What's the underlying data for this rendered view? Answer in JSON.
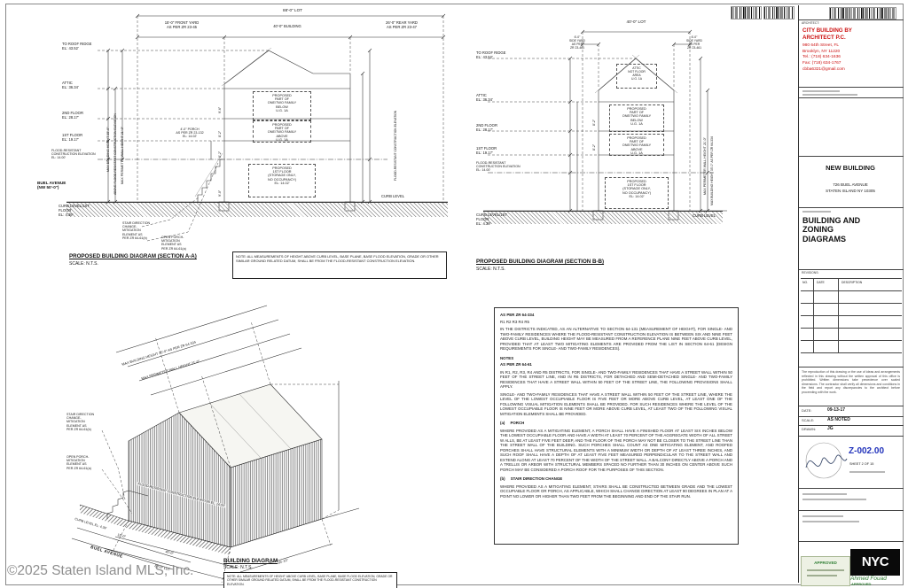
{
  "watermark": "©2025 Staten Island MLS, Inc.",
  "colors": {
    "accent_red": "#cc1111",
    "accent_blue": "#2233bb",
    "accent_green": "#2e7d32",
    "line": "#2a2a2a"
  },
  "aa": {
    "title": "PROPOSED BUILDING DIAGRAM (SECTION A-A)",
    "scale": "SCALE: N.T.S.",
    "lot_dim": "88'-0\" LOT",
    "front_yard": "15'-0\" FRONT YARD\nAS PER ZR 23-45",
    "building_dim": "40'-0\" BUILDING",
    "rear_yard": "26'-0\" REAR YARD\nAS PER ZR 23-47",
    "levels": [
      "TO ROOF RIDGE\nEL: 43.52'",
      "ATTIC\nEL: 36.34'",
      "2ND FLOOR\nEL: 28.17'",
      "1ST FLOOR\nEL: 19.17'",
      "FLOOD-RESISTANT\nCONSTRUCTION ELEVATION\nEL: 14.00'",
      "CURB LEVEL/1ST FLOOR\nEL: 4.39'"
    ],
    "street": "BUEL AVENUE\n(NW 50'-0\")",
    "box_below": "PROPOSED\nPART OF\nONE/TWO FAMILY\nBELOW\nU.G. 1A",
    "box_above": "PROPOSED\nPART OF\nONE/TWO FAMILY\nABOVE\nU.G. 1A",
    "box_storage": "PROPOSED\n1ST FLOOR\n(STORAGE ONLY,\nNO OCCUPANCY)\nEL: 14.02'",
    "rot_max_height": "MAX BUILDING HEIGHT 35'-0\"",
    "rot_above_frce": "ABOVE FLOOD-RESISTANT CONSTRUCTION ELEVATION",
    "rot_wall_height": "MAX PERIMETER WALL HEIGHT 21'-0\"",
    "dim_a": "9'-6\"",
    "dim_b": "8'-2\"",
    "dim_c": "8'-2\"",
    "dim_d": "9'-0\"",
    "porch_label": "4'-0\" PORCH\nAS PER ZR 23-132\nEL: 14.02'",
    "stair_note": "STAIR DIRECTION\nCHANGE-\nMITIGATION\nELEMENT AS\nPER ZR 64-61(b)",
    "open_porch_note": "OPEN PORCH-\nMITIGATION\nELEMENT AS\nPER ZR 64-61(a)",
    "curb_label_right": "CURB LEVEL",
    "frce_right": "FLOOD-RESISTANT CONSTRUCTION ELEVATION",
    "note": "NOTE: ALL MEASUREMENTS OF HEIGHT ABOVE CURB LEVEL, BASE PLANE, BASE FLOOD ELEVATION, GRADE OR OTHER SIMILAR GROUND RELATED DATUM, SHALL BE FROM THE FLOOD-RESISTANT CONSTRUCTION ELEVATION."
  },
  "bb": {
    "title": "PROPOSED BUILDING DIAGRAM (SECTION B-B)",
    "scale": "SCALE: N.T.S.",
    "lot_dim": "40'-0\" LOT",
    "side_left": "6'-0\"\nSIDE YARD\nAS PER\nZR 23-461",
    "side_right": "6'-0\"\nSIDE YARD\nAS PER\nZR 23-461",
    "attic_note": "ATTIC\nNOT FLOOR\nAREA\nU.G. 1A",
    "levels": [
      "TO ROOF RIDGE\nEL: 43.52'",
      "ATTIC\nEL: 36.34'",
      "2ND FLOOR\nEL: 28.17'",
      "1ST FLOOR\nEL: 19.17'",
      "FLOOD-RESISTANT\nCONSTRUCTION ELEVATION\nEL: 14.00'",
      "CURB LEVEL/1ST FLOOR\nEL: 4.39'"
    ],
    "box_below": "PROPOSED\nPART OF\nONE/TWO FAMILY\nBELOW\nU.G. 1A",
    "box_above": "PROPOSED\nPART OF\nONE/TWO FAMILY\nABOVE\nU.G. 1A",
    "box_storage": "PROPOSED\n1ST FLOOR\n(STORAGE ONLY,\nNO OCCUPANCY)\nEL: 14.02'",
    "rot_max_height": "MAX BUILDING HEIGHT 35'-0\" AS PER ZR 64-334",
    "rot_wall_height": "MAX PERIMETER WALL HEIGHT 21'-0\"",
    "dim_a": "8'-2\"",
    "dim_b": "8'-2\"",
    "curb_label_right": "CURB LEVEL"
  },
  "d3": {
    "title": "BUILDING DIAGRAM",
    "scale": "SCALE: N.T.S.",
    "rot_max_height": "MAX BUILDING HEIGHT 35'-0\" AS PER ZR 64-334",
    "rot_wall_height": "MAX PERIMETER WALL HEIGHT 21'-0\"",
    "rot_frce": "FLOOD-RESISTANT CONSTRUCTION ELEVATION EL: 14.00'",
    "dim_front": "40'-0\"",
    "dim_side": "35'-10\"",
    "dim_lot": "88'-0\" LOT",
    "dim_porch": "15'-0\"",
    "street": "BUEL AVENUE",
    "curb": "CURB LEVEL EL: 4.39'",
    "stair_note": "STAIR DIRECTION\nCHANGE-\nMITIGATION\nELEMENT AS\nPER ZR 64-61(b)",
    "open_porch_note": "OPEN PORCH-\nMITIGATION\nELEMENT AS\nPER ZR 64-61(a)",
    "note": "NOTE: ALL MEASUREMENTS OF HEIGHT ABOVE CURB LEVEL, BASE PLANE, BASE FLOOD ELEVATION, GRADE OR OTHER SIMILAR GROUND RELATED DATUM, SHALL BE FROM THE FLOOD-RESISTANT CONSTRUCTION ELEVATION."
  },
  "notes": {
    "h1": "AS PER ZR 64-334",
    "districts": "R1 R2 R3 R4 R5",
    "p1": "IN THE DISTRICTS INDICATED, AS AN ALTERNATIVE TO SECTION 64-131 (MEASUREMENT OF HEIGHT), FOR SINGLE- AND TWO-FAMILY RESIDENCES WHERE THE FLOOD-RESISTANT CONSTRUCTION ELEVATION IS BETWEEN SIX AND NINE FEET ABOVE CURB LEVEL, BUILDING HEIGHT MAY BE MEASURED FROM A REFERENCE PLANE NINE FEET ABOVE CURB LEVEL, PROVIDED THAT AT LEAST TWO MITIGATING ELEMENTS ARE PROVIDED FROM THE LIST IN SECTION 64-61 (DESIGN REQUIREMENTS FOR SINGLE- AND TWO-FAMILY RESIDENCES).",
    "h2": "NOTES",
    "h3": "AS PER ZR 64-61",
    "p2": "IN R1, R2, R3, R4 AND R5 DISTRICTS, FOR SINGLE- AND TWO-FAMILY RESIDENCES THAT HAVE A STREET WALL WITHIN 50 FEET OF THE STREET LINE, AND IN R6 DISTRICTS, FOR DETACHED AND SEMI-DETACHED SINGLE- AND TWO-FAMILY RESIDENCES THAT HAVE A STREET WALL WITHIN 50 FEET OF THE STREET LINE, THE FOLLOWING PROVISIONS SHALL APPLY.",
    "p3": "SINGLE- AND TWO-FAMILY RESIDENCES THAT HAVE A STREET WALL WITHIN 50 FEET OF THE STREET LINE, WHERE THE LEVEL OF THE LOWEST OCCUPIABLE FLOOR IS FIVE FEET OR MORE ABOVE CURB LEVEL, AT LEAST ONE OF THE FOLLOWING VISUAL MITIGATION ELEMENTS SHALL BE PROVIDED. FOR SUCH RESIDENCES WHERE THE LEVEL OF THE LOWEST OCCUPIABLE FLOOR IS NINE FEET OR MORE ABOVE CURB LEVEL, AT LEAST TWO OF THE FOLLOWING VISUAL MITIGATION ELEMENTS SHALL BE PROVIDED.",
    "ha": "(a)     PORCH",
    "p4": "WHERE PROVIDED AS A MITIGATING ELEMENT, A PORCH SHALL HAVE A FINISHED FLOOR AT LEAST SIX INCHES BELOW THE LOWEST OCCUPIABLE FLOOR AND HAVE A WIDTH AT LEAST 70 PERCENT OF THE AGGREGATE WIDTH OF ALL STREET W ALLS, BE AT LEAST FIVE FEET DEEP, AND THE FLOOR OF THE PORCH MAY NOT BE CLOSER TO THE STREET LINE THAN THE STREET WALL OF THE BUILDING. SUCH PORCHES SHALL COUNT AS ONE MITIGATING ELEMENT, AND ROOFED PORCHES SHALL HAVE STRUCTURAL ELEMENTS WITH A MINIMUM WIDTH OR DEPTH OF AT LEAST THREE INCHES, AND SUCH ROOF SHALL HAVE A DEPTH OF AT LEAST FIVE FEET MEASURED PERPENDICULAR TO THE STREET WALL AND EXTEND ALONG AT LEAST 70 PERCENT OF THE WIDTH OF THE STREET WALL. A BALCONY DIRECTLY ABOVE A PORCH AND A TRELLIS OR ARBOR WITH STRUCTURAL MEMBERS SPACED NO FURTHER THAN 30 INCHES ON CENTER ABOVE SUCH PORCH MAY BE CONSIDERED A PORCH ROOF FOR THE PURPOSES OF THIS SECTION.",
    "hb": "(b)     STAIR DIRECTION CHANGE",
    "p5": "WHERE PROVIDED AS A MITIGATING ELEMENT, STAIRS SHALL BE CONSTRUCTED BETWEEN GRADE AND THE LOWEST OCCUPIABLE FLOOR OR PORCH, AS APPLICABLE, WHICH SHALL CHANGE DIRECTION AT LEAST 90 DEGREES IN PLAN AT A POINT NO LOWER OR HIGHER THAN TWO FEET FROM THE BEGINNING AND END OF THE STAIR RUN."
  },
  "tb": {
    "architect_label": "ARCHITECT:",
    "firm_name": "CITY BUILDING BY\nARCHITECT P.C.",
    "firm_contact": "980 64th Street, FL\nBrooklyn, NY 11220\nTel.: (718) 634-1636\nFax: (718) 634-1767\ncbba6321@gmail.com",
    "project_name": "NEW BUILDING",
    "project_addr1": "726 BUEL AVENUE",
    "project_addr2": "STATEN ISLAND NY 10305",
    "drawing_title": "BUILDING AND\nZONING\nDIAGRAMS",
    "revisions_label": "REVISIONS:",
    "rev_no": "NO.",
    "rev_date": "DATE",
    "rev_desc": "DESCRIPTION",
    "disclaimer": "The reproduction of this drawing or the use of ideas and arrangements reflected in this drawing without the written approval of this office is prohibited. Written dimensions take precedence over scaled dimensions. The contractor shall verify all dimensions and conditions in the field and report any discrepancies to the architect before proceeding with the work.",
    "date_label": "DATE:",
    "date_value": "09-13-17",
    "scale_label": "SCALE:",
    "scale_value": "AS NOTED",
    "drawn_label": "DRAWN:",
    "drawn_value": "JG",
    "sheet_no": "Z-002.00",
    "sheet_of": "SHEET  2  OF  15",
    "nyc": "NYC",
    "stamp_approved": "APPROVED",
    "sig_name": "Ahmed Fouad",
    "sig_status": "APPROVED"
  }
}
